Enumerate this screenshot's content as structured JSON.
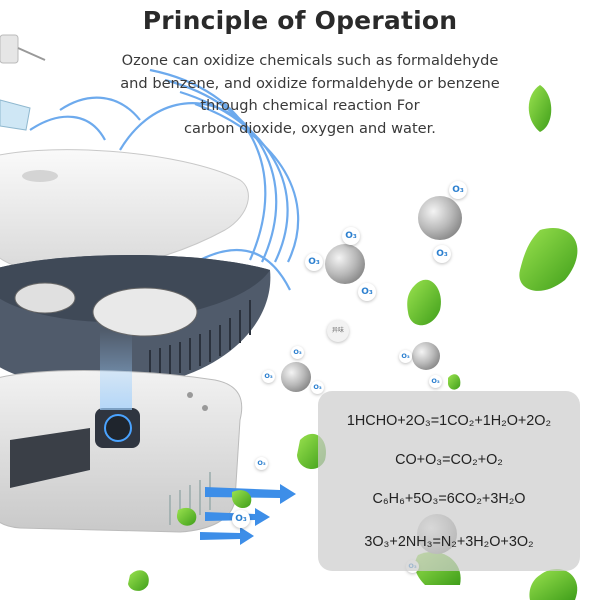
{
  "title": "Principle of Operation",
  "description": [
    "Ozone can oxidize chemicals such as formaldehyde",
    "and benzene, and oxidize formaldehyde or benzene",
    "through chemical reaction For",
    "carbon dioxide, oxygen and water."
  ],
  "equations": [
    "1HCHO+2O₃=1CO₂+1H₂O+2O₂",
    "CO+O₃=CO₂+O₂",
    "C₆H₆+5O₃=6CO₂+3H₂O",
    "3O₃+2NH₃=N₂+3H₂O+3O₂"
  ],
  "molecule_label": "O₃",
  "odor_label": "异味",
  "colors": {
    "title": "#2a2a2a",
    "text": "#3a3a3a",
    "ozone_label": "#2b7fcf",
    "leaf_green": "#5fbf2a",
    "airflow_blue": "#3d8ee8",
    "device_dark": "#4a5568",
    "panel_gray": "#cdcdcd"
  }
}
